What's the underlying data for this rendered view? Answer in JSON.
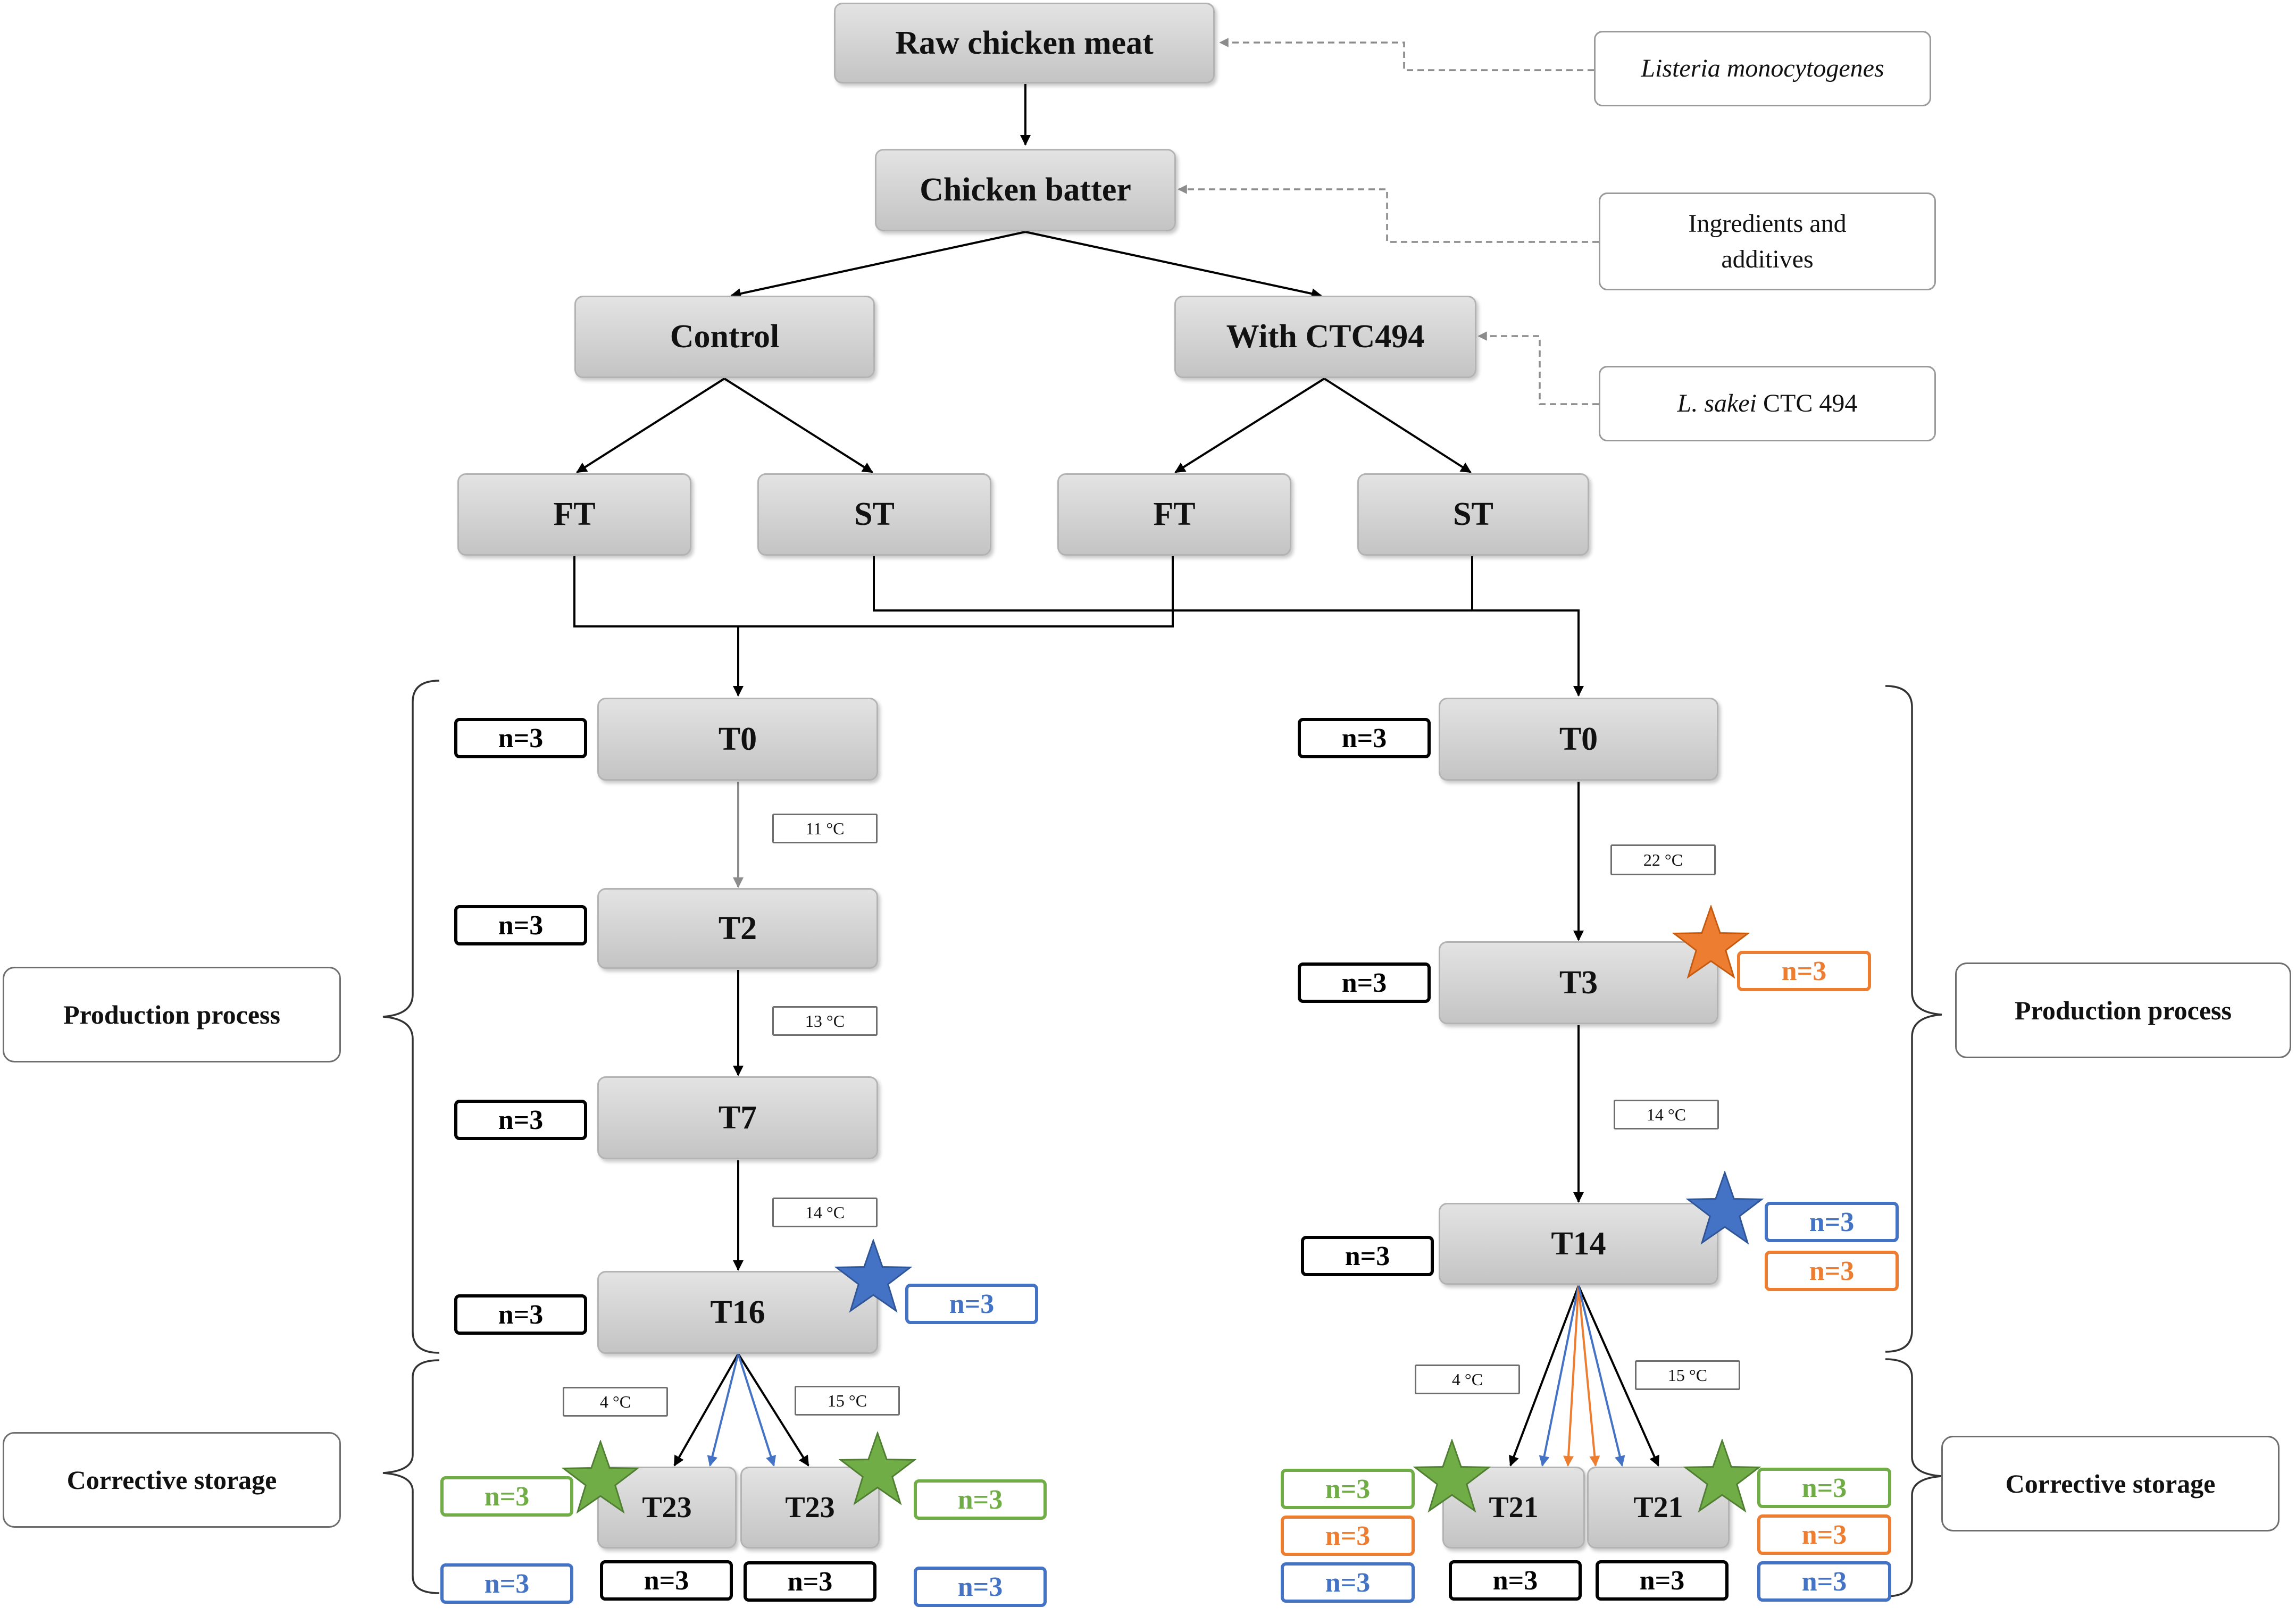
{
  "nodes": {
    "raw": "Raw chicken meat",
    "batter": "Chicken batter",
    "control": "Control",
    "ctc": "With CTC494",
    "ft_control": "FT",
    "st_control": "ST",
    "ft_ctc": "FT",
    "st_ctc": "ST",
    "ft_t0": "T0",
    "ft_t2": "T2",
    "ft_t7": "T7",
    "ft_t16": "T16",
    "ft_t23_a": "T23",
    "ft_t23_b": "T23",
    "st_t0": "T0",
    "st_t3": "T3",
    "st_t14": "T14",
    "st_t21_a": "T21",
    "st_t21_b": "T21"
  },
  "inputs": {
    "listeria_italic": "Listeria monocytogenes",
    "ingredients_line1": "Ingredients and",
    "ingredients_line2": "additives",
    "lsakei_italic": "L. sakei",
    "lsakei_rest": " CTC 494"
  },
  "side_labels": {
    "production_left": "Production process",
    "storage_left": "Corrective storage",
    "production_right": "Production process",
    "storage_right": "Corrective storage"
  },
  "temperatures": {
    "ft_t0_t2": "11 °C",
    "ft_t2_t7": "13 °C",
    "ft_t7_t16": "14 °C",
    "ft_storage_cold": "4 °C",
    "ft_storage_warm": "15 °C",
    "st_t0_t3": "22 °C",
    "st_t3_t14": "14 °C",
    "st_storage_cold": "4 °C",
    "st_storage_warm": "15 °C"
  },
  "samples": {
    "label": "n=3",
    "colors": {
      "black": "#000000",
      "blue": "#4472c4",
      "orange": "#ed7d31",
      "green": "#70ad47"
    }
  },
  "icons": [
    "star-icon"
  ]
}
